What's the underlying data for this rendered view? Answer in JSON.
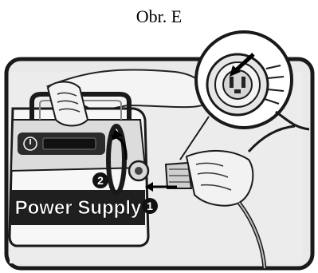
{
  "caption": "Obr. E",
  "device": {
    "label": "Power Supply"
  },
  "steps": [
    {
      "number": "1"
    },
    {
      "number": "2"
    }
  ],
  "icons": {
    "power_button": "power-icon",
    "arrows": [
      "direction-arrow-icon",
      "insert-arrow-icon",
      "rotate-arrow-icon"
    ]
  }
}
